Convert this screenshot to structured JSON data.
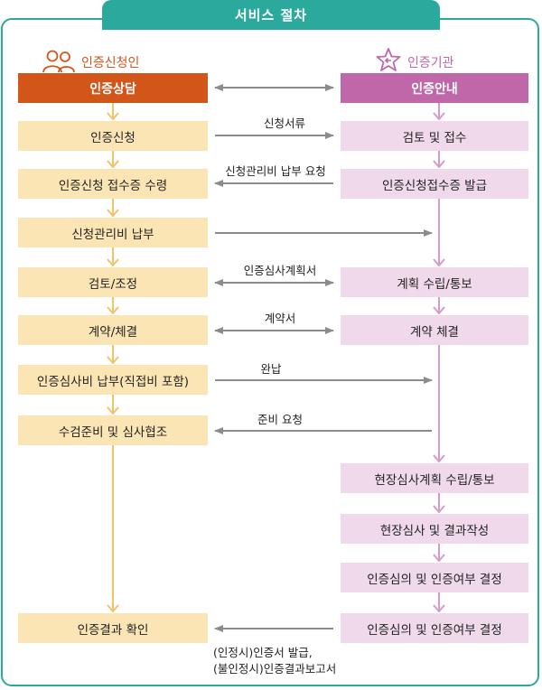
{
  "title": "서비스 절차",
  "columns": {
    "left": {
      "heading": "인증신청인",
      "icon": "people-icon"
    },
    "right": {
      "heading": "인증기관",
      "icon": "star-badge-icon"
    }
  },
  "left_boxes": [
    "인증상담",
    "인증신청",
    "인증신청 접수증 수령",
    "신청관리비 납부",
    "검토/조정",
    "계약/체결",
    "인증심사비 납부(직접비 포함)",
    "수검준비 및 심사협조",
    "인증결과 확인"
  ],
  "right_boxes": [
    "인증안내",
    "검토 및 접수",
    "인증신청접수증 발급",
    "계획 수립/통보",
    "계약 체결",
    "현장심사계획 수립/통보",
    "현장심사 및 결과작성",
    "인증심의 및 인증여부 결정",
    "인증심의 및 인증여부 결정"
  ],
  "arrow_labels": {
    "submit_docs": "신청서류",
    "fee_request": "신청관리비 납부 요청",
    "audit_plan": "인증심사계획서",
    "contract": "계약서",
    "paid": "완납",
    "prep_request": "준비 요청",
    "result_line1": "(인정시)인증서 발급,",
    "result_line2": "(불인정시)인증결과보고서"
  },
  "colors": {
    "teal": "#2ba99d",
    "orange": "#d2561a",
    "light_orange": "#fce5b5",
    "purple": "#bf67a9",
    "light_purple": "#efd9ea",
    "arrow_gray": "#8c8c8c",
    "orange_arrow": "#f3c368",
    "purple_arrow": "#d79bc8"
  }
}
